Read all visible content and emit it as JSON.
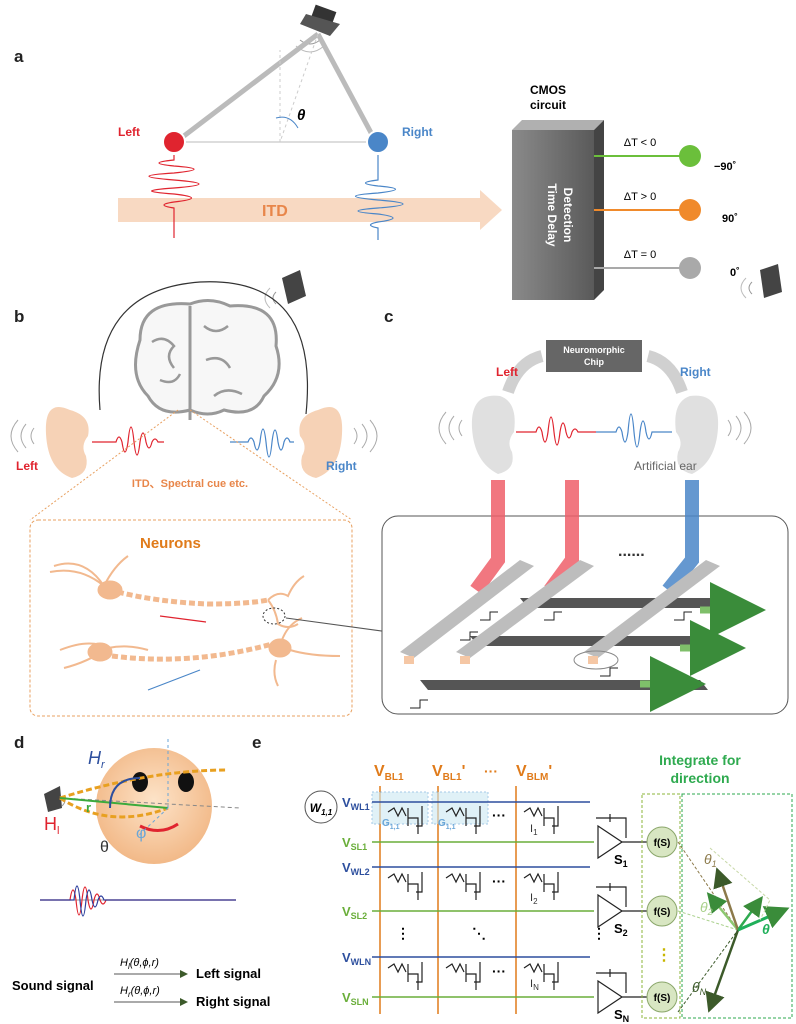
{
  "panel_labels": [
    "a",
    "b",
    "c",
    "d",
    "e"
  ],
  "panel_a": {
    "left": "Left",
    "right": "Right",
    "theta": "θ",
    "itd": "ITD",
    "cmos_title_line1": "CMOS",
    "cmos_title_line2": "circuit",
    "box_line1": "Time Delay",
    "box_line2": "Detection",
    "outputs": [
      {
        "condition": "ΔT < 0",
        "angle": "−90˚",
        "color": "#6bbf3b"
      },
      {
        "condition": "ΔT > 0",
        "angle": "90˚",
        "color": "#f08a2b"
      },
      {
        "condition": "ΔT = 0",
        "angle": "0˚",
        "color": "#a9a9a9"
      }
    ],
    "colors": {
      "left": "#e0242f",
      "right": "#4a86c8",
      "itd_arrow": "#f5c7a5"
    }
  },
  "panel_b": {
    "left": "Left",
    "right": "Right",
    "cue": "ITD、Spectral cue etc.",
    "neurons": "Neurons"
  },
  "panel_c": {
    "chip_line1": "Neuromorphic",
    "chip_line2": "Chip",
    "left": "Left",
    "right": "Right",
    "artificial_ear": "Artificial ear",
    "ellipsis": "......"
  },
  "panel_d": {
    "Hr": "H",
    "Hr_sub": "r",
    "Hl": "H",
    "Hl_sub": "l",
    "r": "r",
    "theta": "θ",
    "phi": "φ",
    "sound_signal": "Sound signal",
    "hl_func": "H",
    "hl_func_sub": "l",
    "hl_func_args": "(θ,ϕ,r)",
    "hr_func": "H",
    "hr_func_sub": "r",
    "hr_func_args": "(θ,ϕ,r)",
    "left_signal": "Left signal",
    "right_signal": "Right signal"
  },
  "panel_e": {
    "vbl1": "V",
    "vbl1_sub": "BL1",
    "vbl1p_sub": "BL1",
    "prime": "'",
    "dots": "···",
    "vblm_sub": "BLM",
    "title_line1": "Integrate for",
    "title_line2": "direction",
    "w11": "W",
    "w11_sub": "1,1",
    "g11": "G",
    "g11_sub": "1,1",
    "rows": [
      {
        "wl": "WL1",
        "sl": "SL1",
        "i": "I",
        "i_sub": "1",
        "s": "S",
        "s_sub": "1",
        "theta_sub": "1"
      },
      {
        "wl": "WL2",
        "sl": "SL2",
        "i": "I",
        "i_sub": "2",
        "s": "S",
        "s_sub": "2",
        "theta_sub": "2"
      },
      {
        "wl": "WLN",
        "sl": "SLN",
        "i": "I",
        "i_sub": "N",
        "s": "S",
        "s_sub": "N",
        "theta_sub": "N"
      }
    ],
    "fs": "f(S)",
    "v": "V",
    "theta": "θ",
    "colors": {
      "bl": "#e07b1a",
      "wl": "#2d4f9e",
      "sl": "#6aae3a",
      "title": "#2eaa4f"
    }
  }
}
